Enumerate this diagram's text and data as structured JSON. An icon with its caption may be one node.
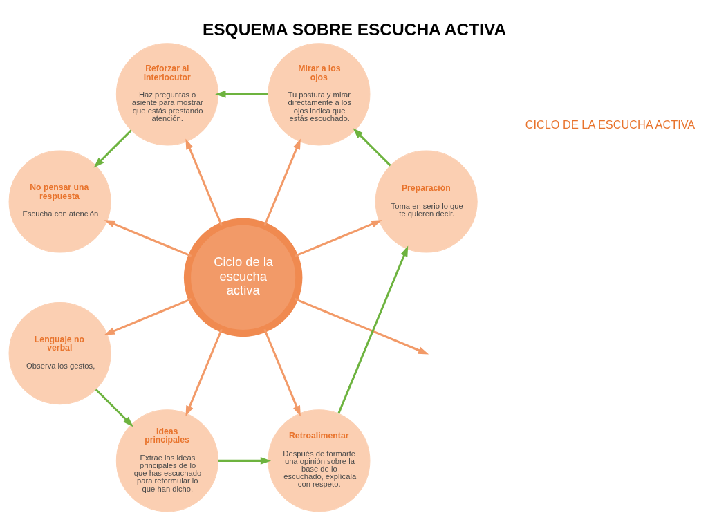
{
  "diagram": {
    "title": "ESQUEMA SOBRE ESCUCHA ACTIVA",
    "nodes": [
      {
        "text": [
          "Ciclo de la escucha activa"
        ]
      },
      {
        "text": [
          "Preparación",
          "Toma en serio lo que te quieren decir."
        ]
      },
      {
        "text": [
          "Mirar a los ojos",
          "Tu postura y mirar directamente a los ojos indica que estás escuchado."
        ]
      },
      {
        "text": [
          "Reforzar al interlocutor",
          "Haz preguntas o asiente para mostrar que estás prestando atención."
        ]
      },
      {
        "text": [
          "No pensar una respuesta",
          "Escucha con atención"
        ]
      },
      {
        "text": [
          "Lenguaje no verbal",
          "Observa los gestos,"
        ]
      },
      {
        "text": [
          "Ideas principales",
          "Extrae las ideas principales de lo que has escuchado para reformular lo que han dicho."
        ]
      },
      {
        "text": [
          "Retroalimentar",
          "Después de formarte una opinión sobre la base de lo escuchado, explícala con respeto."
        ]
      }
    ],
    "edges": [
      {
        "from": 0,
        "to": 1,
        "arrow": "to"
      },
      {
        "from": 0,
        "to": 2,
        "arrow": "to"
      },
      {
        "from": 0,
        "to": 3,
        "arrow": "to"
      },
      {
        "from": 0,
        "to": 4,
        "arrow": "to"
      },
      {
        "from": 0,
        "to": null,
        "arrow": "to"
      },
      {
        "from": 0,
        "to": 5,
        "arrow": "to"
      },
      {
        "from": 0,
        "to": 6,
        "arrow": "to"
      },
      {
        "from": 0,
        "to": 7,
        "arrow": "to"
      },
      {
        "from": 1,
        "to": 2,
        "arrow": "to",
        "color": "#6db33f"
      },
      {
        "from": 2,
        "to": 3,
        "arrow": "to",
        "color": "#6db33f"
      },
      {
        "from": 3,
        "to": 4,
        "arrow": "to",
        "color": "#6db33f"
      },
      {
        "from": 5,
        "to": 6,
        "arrow": "to",
        "color": "#6db33f"
      },
      {
        "from": 6,
        "to": 7,
        "arrow": "to",
        "color": "#6db33f"
      },
      {
        "from": 7,
        "to": 1,
        "arrow": "to",
        "color": "#6db33f"
      }
    ],
    "labels": [
      "CICLO DE LA ESCUCHA ACTIVA"
    ]
  }
}
